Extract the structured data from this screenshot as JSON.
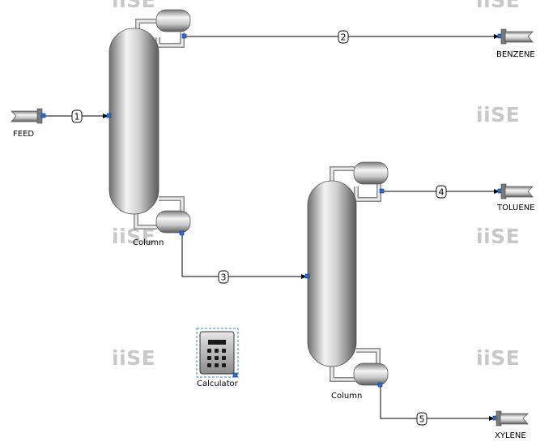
{
  "watermark": "iiSE",
  "units": {
    "feed": "FEED",
    "column1": "Column",
    "column2": "Column",
    "benzene": "BENZENE",
    "toluene": "TOLUENE",
    "xylene": "XYLENE",
    "calculator": "Calculator"
  },
  "streams": [
    "1",
    "2",
    "3",
    "4",
    "5"
  ]
}
